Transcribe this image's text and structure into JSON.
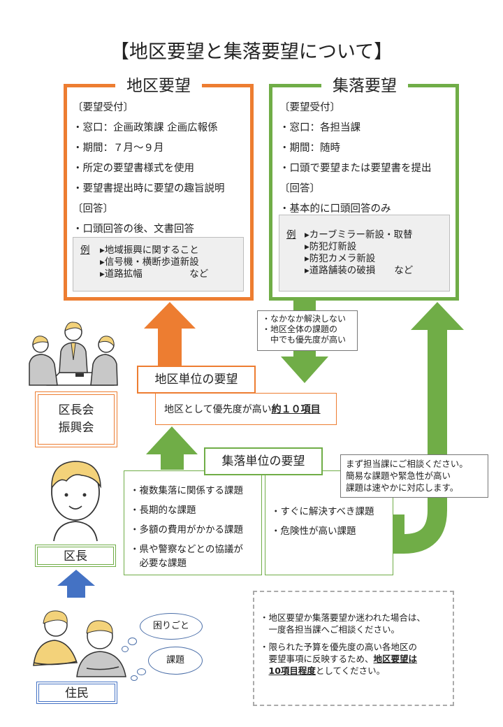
{
  "title": "【地区要望と集落要望について】",
  "chiku": {
    "heading": "地区要望",
    "lines": [
      "〔要望受付〕",
      "・窓口：企画政策課 企画広報係",
      "・期間：７月～９月",
      "・所定の要望書様式を使用",
      "・要望書提出時に要望の趣旨説明",
      "〔回答〕",
      "・口頭回答の後、文書回答"
    ],
    "example_label": "例",
    "examples": [
      "▸地域振興に関すること",
      "▸信号機・横断歩道新設",
      "▸道路拡幅　　　　　など"
    ]
  },
  "shuraku": {
    "heading": "集落要望",
    "lines": [
      "〔要望受付〕",
      "・窓口：各担当課",
      "・期間：随時",
      "・口頭で要望または要望書を提出",
      "〔回答〕",
      "・基本的に口頭回答のみ"
    ],
    "example_label": "例",
    "examples": [
      "▸カーブミラー新設・取替",
      "▸防犯灯新設",
      "▸防犯カメラ新設",
      "▸道路舗装の破損　　など"
    ]
  },
  "note_mid": [
    "・なかなか解決しない",
    "・地区全体の課題の",
    "　中でも優先度が高い"
  ],
  "chiku_unit": {
    "label": "地区単位の要望",
    "text": "地区として優先度が高い",
    "bold": "約１０項目"
  },
  "shuraku_unit": {
    "label": "集落単位の要望",
    "left_items": [
      "・複数集落に関係する課題",
      "・長期的な課題",
      "・多額の費用がかかる課題",
      "・県や警察などとの協議が",
      "　必要な課題"
    ],
    "right_items": [
      "・すぐに解決すべき課題",
      "・危険性が高い課題"
    ]
  },
  "consult_note": [
    "まず担当課にご相談ください。",
    "簡易な課題や緊急性が高い",
    "課題は速やかに対応します。"
  ],
  "people": {
    "council_line1": "区長会",
    "council_line2": "振興会",
    "kucho": "区長",
    "jumin": "住民"
  },
  "bubbles": [
    "困りごと",
    "課題"
  ],
  "bottom_note": {
    "item1_l1": "・地区要望か集落要望か迷われた場合は、",
    "item1_l2": "　一度各担当課へご相談ください。",
    "item2_l1": "・限られた予算を優先度の高い各地区の",
    "item2_l2_pre": "　要望事項に反映するため、",
    "item2_l2_bold": "地区要望は",
    "item2_l3_bold": "10項目程度",
    "item2_l3_post": "としてください。"
  },
  "colors": {
    "orange": "#ed7d31",
    "green": "#70ad47",
    "blue": "#4472c4",
    "gray_border": "#aaaaaa"
  },
  "icons": [
    "council-meeting-illustration",
    "kucho-person-illustration",
    "residents-illustration",
    "thought-bubble"
  ]
}
